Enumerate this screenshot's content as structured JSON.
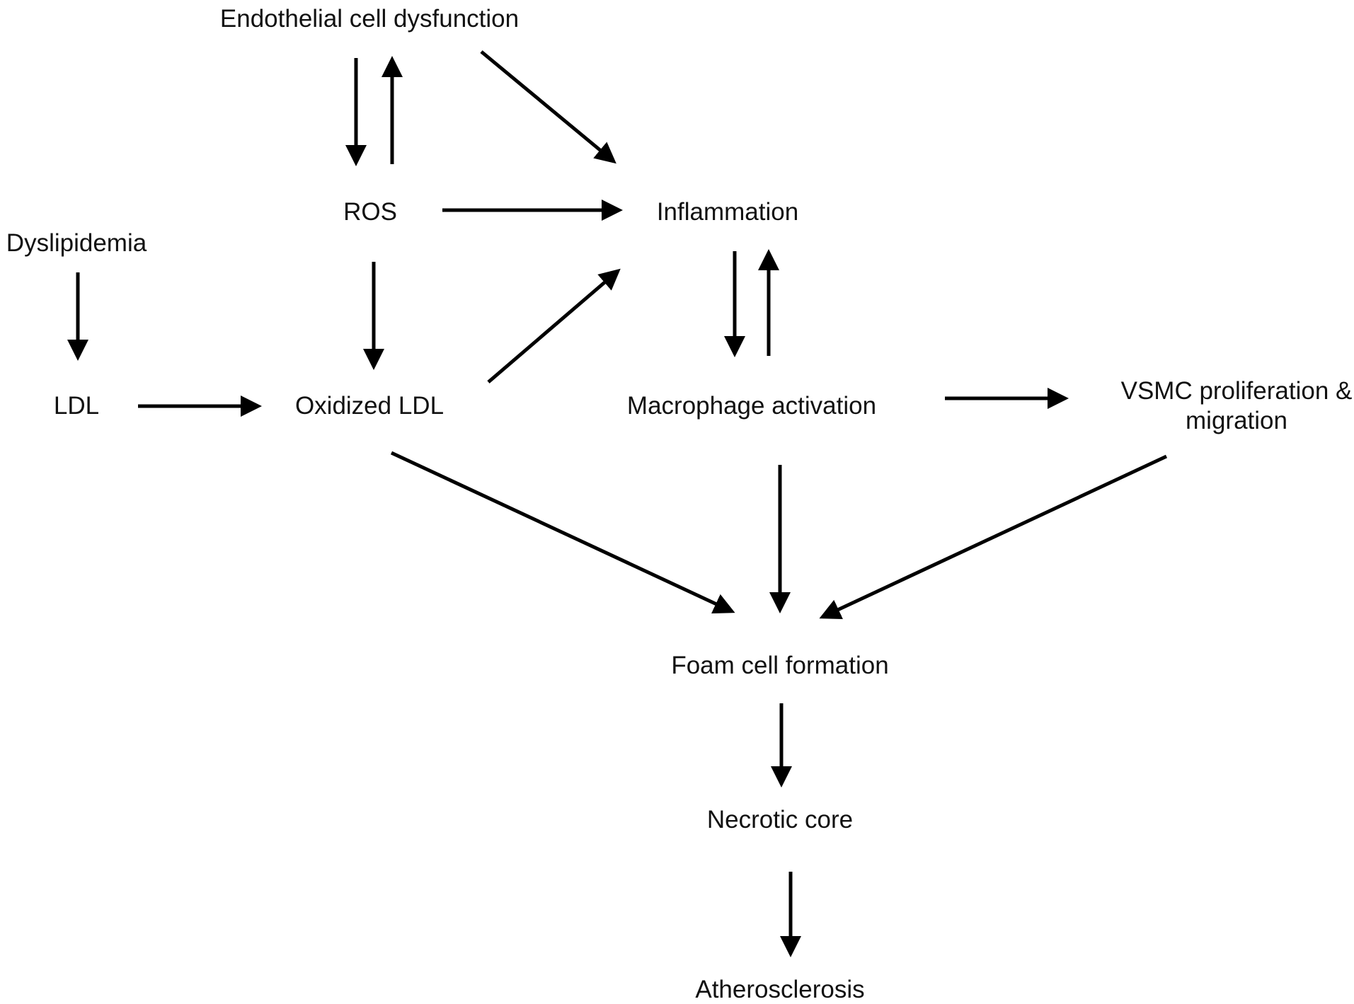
{
  "nodes": {
    "endothelial": "Endothelial cell dysfunction",
    "ros": "ROS",
    "inflammation": "Inflammation",
    "dyslipidemia": "Dyslipidemia",
    "ldl": "LDL",
    "oxidized_ldl": "Oxidized LDL",
    "macrophage": "Macrophage activation",
    "vsmc_line1": "VSMC proliferation &",
    "vsmc_line2": "migration",
    "foam_cell": "Foam cell formation",
    "necrotic_core": "Necrotic core",
    "atherosclerosis": "Atherosclerosis"
  },
  "edges": [
    {
      "from": "Endothelial cell dysfunction",
      "to": "ROS"
    },
    {
      "from": "ROS",
      "to": "Endothelial cell dysfunction"
    },
    {
      "from": "Endothelial cell dysfunction",
      "to": "Inflammation"
    },
    {
      "from": "ROS",
      "to": "Inflammation"
    },
    {
      "from": "ROS",
      "to": "Oxidized LDL"
    },
    {
      "from": "Dyslipidemia",
      "to": "LDL"
    },
    {
      "from": "LDL",
      "to": "Oxidized LDL"
    },
    {
      "from": "Oxidized LDL",
      "to": "Inflammation"
    },
    {
      "from": "Inflammation",
      "to": "Macrophage activation"
    },
    {
      "from": "Macrophage activation",
      "to": "Inflammation"
    },
    {
      "from": "Macrophage activation",
      "to": "VSMC proliferation & migration"
    },
    {
      "from": "Oxidized LDL",
      "to": "Foam cell formation"
    },
    {
      "from": "Macrophage activation",
      "to": "Foam cell formation"
    },
    {
      "from": "VSMC proliferation & migration",
      "to": "Foam cell formation"
    },
    {
      "from": "Foam cell formation",
      "to": "Necrotic core"
    },
    {
      "from": "Necrotic core",
      "to": "Atherosclerosis"
    }
  ],
  "colors": {
    "text": "#111111",
    "arrow": "#000000",
    "background": "#ffffff"
  }
}
